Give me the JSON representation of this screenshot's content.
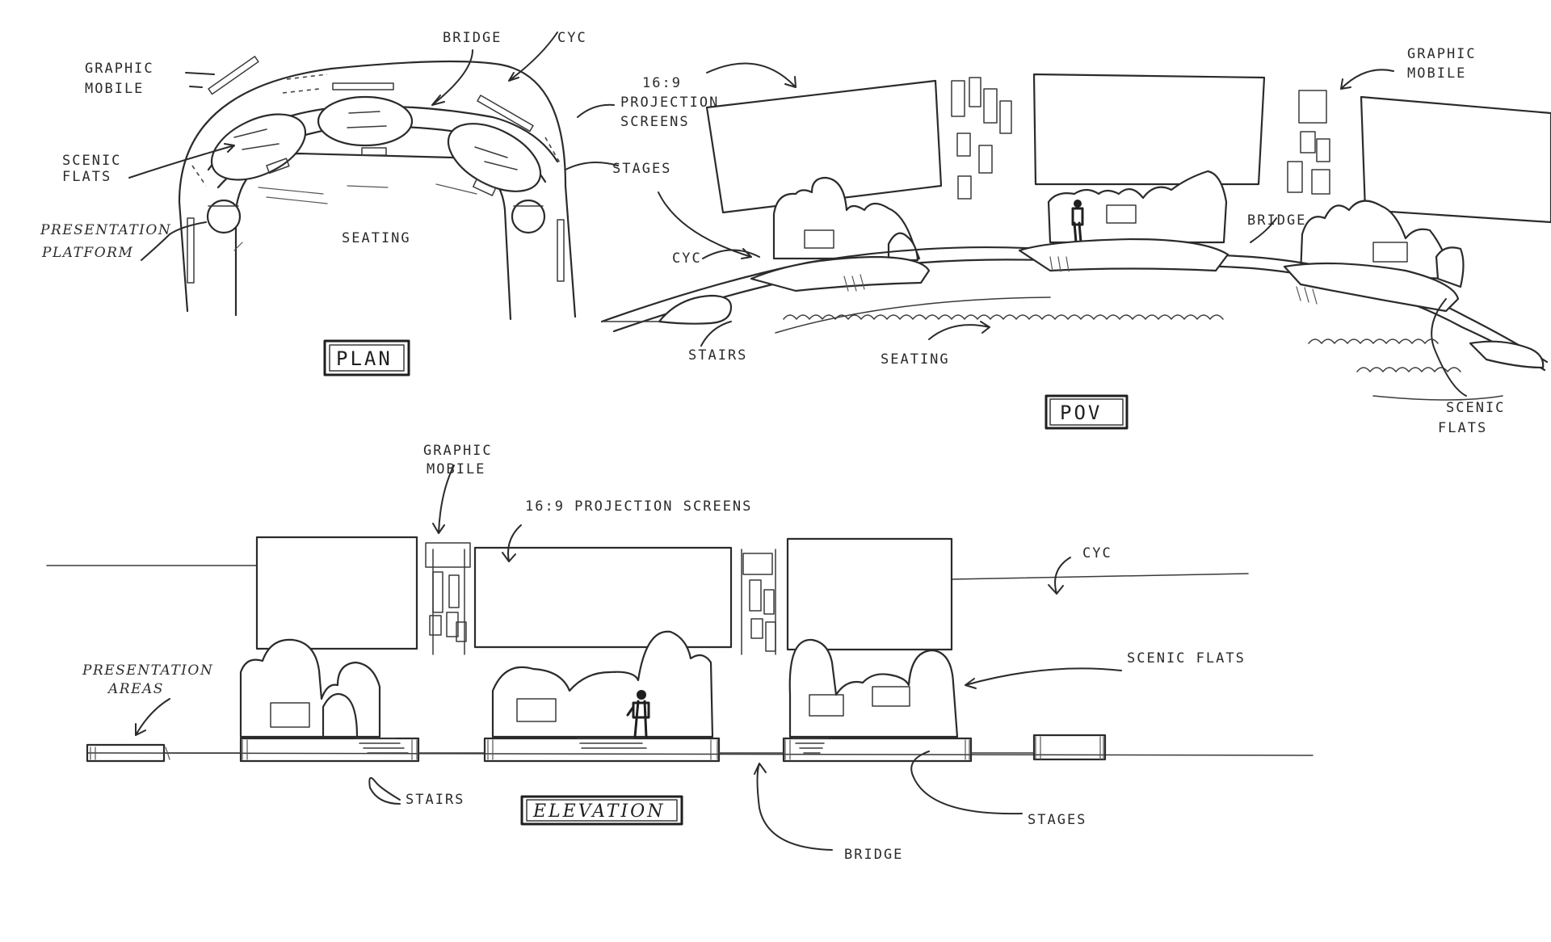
{
  "plan": {
    "title": "PLAN",
    "labels": {
      "graphic_mobile_1": "GRAPHIC",
      "graphic_mobile_2": "MOBILE",
      "bridge": "BRIDGE",
      "cyc": "CYC",
      "scenic_flats_1": "SCENIC",
      "scenic_flats_2": "FLATS",
      "presentation_platform_1": "PRESENTATION",
      "presentation_platform_2": "PLATFORM",
      "seating": "SEATING",
      "projection_screens_1": "16:9",
      "projection_screens_2": "PROJECTION",
      "projection_screens_3": "SCREENS",
      "stages": "STAGES"
    }
  },
  "pov": {
    "title": "POV",
    "labels": {
      "graphic_mobile_1": "GRAPHIC",
      "graphic_mobile_2": "MOBILE",
      "cyc": "CYC",
      "bridge": "BRIDGE",
      "stairs": "STAIRS",
      "seating": "SEATING",
      "scenic_flats_1": "SCENIC",
      "scenic_flats_2": "FLATS"
    }
  },
  "elevation": {
    "title": "ELEVATION",
    "labels": {
      "graphic_mobile_1": "GRAPHIC",
      "graphic_mobile_2": "MOBILE",
      "projection_screens": "16:9 PROJECTION SCREENS",
      "cyc": "CYC",
      "presentation_areas_1": "PRESENTATION",
      "presentation_areas_2": "AREAS",
      "scenic_flats": "SCENIC FLATS",
      "stairs": "STAIRS",
      "stages": "STAGES",
      "bridge": "BRIDGE"
    }
  }
}
